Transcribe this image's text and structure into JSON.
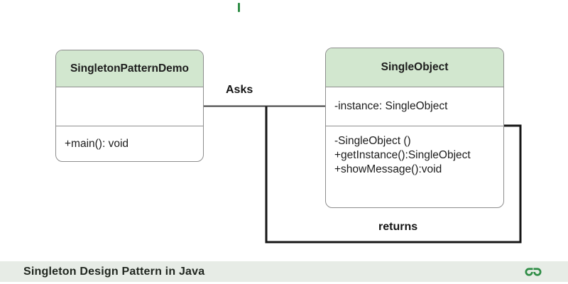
{
  "diagram": {
    "classes": [
      {
        "name": "SingletonPatternDemo",
        "attributes": [],
        "methods": [
          "+main(): void"
        ]
      },
      {
        "name": "SingleObject",
        "attributes": [
          "-instance: SingleObject"
        ],
        "methods": [
          "-SingleObject ()",
          "+getInstance():SingleObject",
          "+showMessage():void"
        ]
      }
    ],
    "relations": [
      {
        "label": "Asks"
      },
      {
        "label": "returns"
      }
    ]
  },
  "footer": {
    "caption": "Singleton Design Pattern in Java",
    "logo": "geeksforgeeks-logo"
  },
  "colors": {
    "class_header_bg": "#d2e7cf",
    "box_border": "#8d8d8d",
    "text": "#1c1c1c",
    "thin_connector": "#3b3b3b",
    "thick_connector": "#161616",
    "footer_bg": "#e7ece6",
    "brand_green": "#2f8d46"
  }
}
